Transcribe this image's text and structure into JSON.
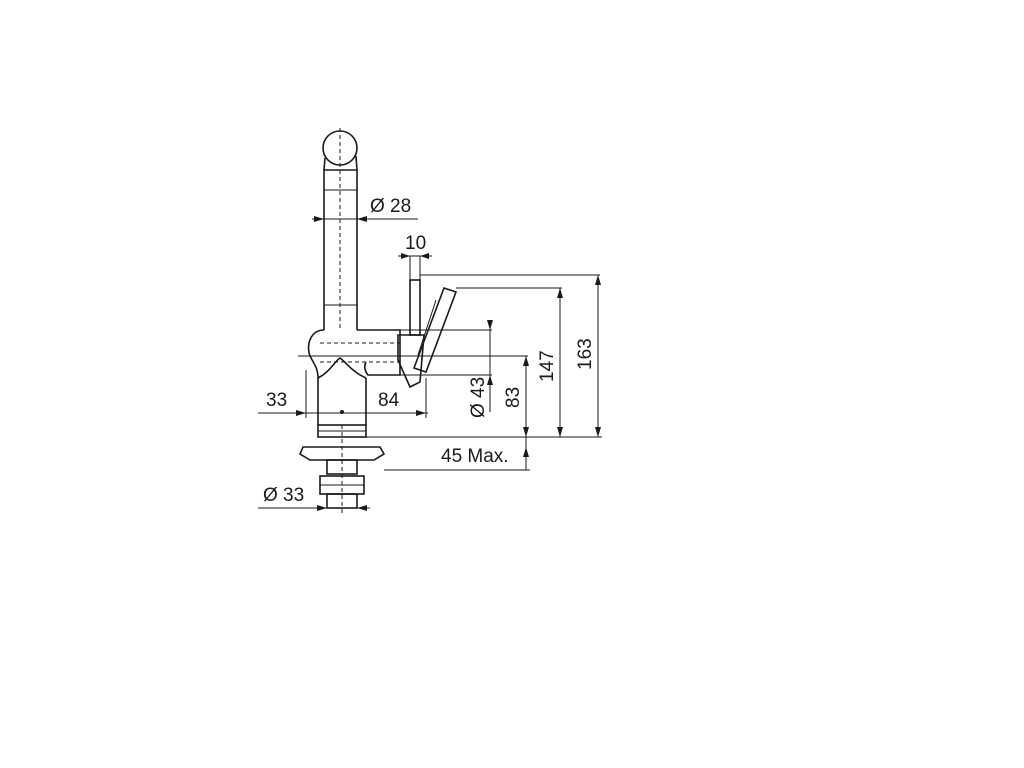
{
  "drawing": {
    "dimensions": {
      "spout_diameter": "Ø 28",
      "lever_width": "10",
      "left_offset": "33",
      "reach": "84",
      "body_diameter": "Ø 43",
      "lever_height": "83",
      "body_top_height": "147",
      "total_height": "163",
      "max_thickness": "45 Max.",
      "shank_diameter": "Ø 33"
    }
  }
}
